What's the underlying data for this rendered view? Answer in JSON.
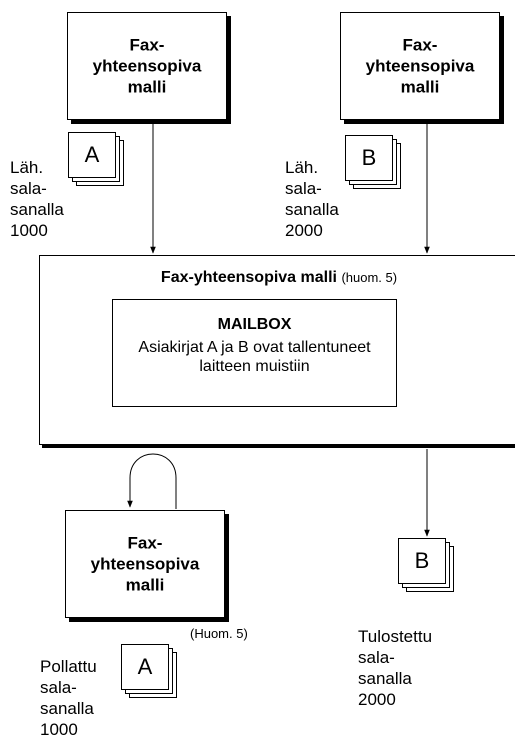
{
  "top_left_model": {
    "label": "Fax-\nyhteensopiva\nmalli"
  },
  "top_right_model": {
    "label": "Fax-\nyhteensopiva\nmalli"
  },
  "doc_a_top": {
    "letter": "A",
    "caption": "Läh.\nsala-\nsanalla\n1000"
  },
  "doc_b_top": {
    "letter": "B",
    "caption": "Läh.\nsala-\nsanalla\n2000"
  },
  "main_model": {
    "title": "Fax-yhteensopiva malli",
    "note": "(huom. 5)"
  },
  "mailbox": {
    "title": "MAILBOX",
    "description": "Asiakirjat A ja B ovat tallentuneet\nlaitteen muistiin"
  },
  "bottom_model": {
    "label": "Fax-\nyhteensopiva\nmalli",
    "note": "(Huom. 5)"
  },
  "doc_a_bottom": {
    "letter": "A",
    "caption": "Pollattu\nsala-\nsanalla\n1000"
  },
  "doc_b_bottom": {
    "letter": "B",
    "caption": "Tulostettu\nsala-\nsanalla\n2000"
  }
}
